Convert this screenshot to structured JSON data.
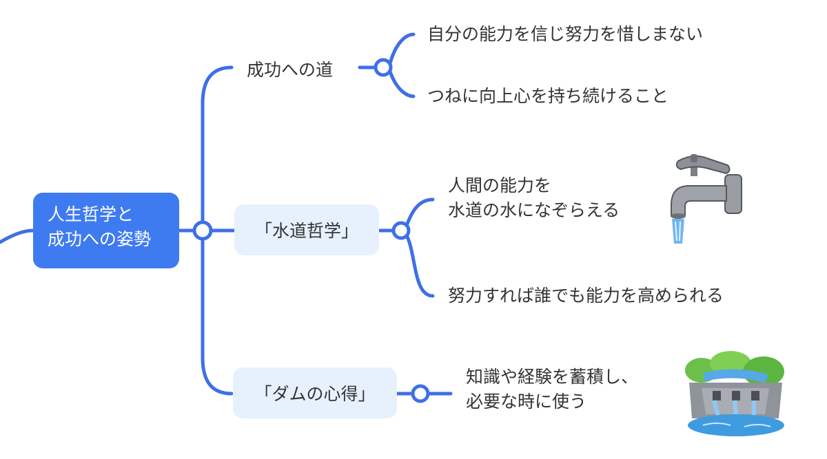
{
  "root": {
    "line1": "人生哲学と",
    "line2": "成功への姿勢"
  },
  "branches": [
    {
      "label": "成功への道",
      "leaves": [
        "自分の能力を信じ努力を惜しまない",
        "つねに向上心を持ち続けること"
      ]
    },
    {
      "label": "「水道哲学」",
      "leaves": [
        [
          "人間の能力を",
          "水道の水になぞらえる"
        ],
        "努力すれば誰でも能力を高められる"
      ]
    },
    {
      "label": "「ダムの心得」",
      "leaves": [
        [
          "知識や経験を蓄積し、",
          "必要な時に使う"
        ]
      ]
    }
  ],
  "colors": {
    "line": "#3f6fe8",
    "root_bg": "#3f7bf0",
    "pill_bg": "#e6f1fd",
    "text": "#333333"
  },
  "icons": [
    "faucet-icon",
    "dam-icon"
  ]
}
